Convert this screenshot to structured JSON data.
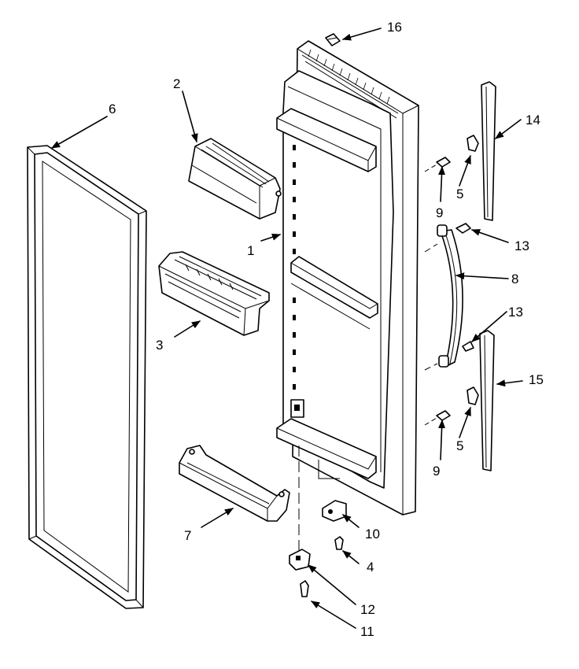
{
  "diagram": {
    "callouts": [
      {
        "id": "1",
        "label": "1"
      },
      {
        "id": "2",
        "label": "2"
      },
      {
        "id": "3",
        "label": "3"
      },
      {
        "id": "4",
        "label": "4"
      },
      {
        "id": "5a",
        "label": "5"
      },
      {
        "id": "5b",
        "label": "5"
      },
      {
        "id": "6",
        "label": "6"
      },
      {
        "id": "7",
        "label": "7"
      },
      {
        "id": "8",
        "label": "8"
      },
      {
        "id": "9a",
        "label": "9"
      },
      {
        "id": "9b",
        "label": "9"
      },
      {
        "id": "10",
        "label": "10"
      },
      {
        "id": "11",
        "label": "11"
      },
      {
        "id": "12",
        "label": "12"
      },
      {
        "id": "13a",
        "label": "13"
      },
      {
        "id": "13b",
        "label": "13"
      },
      {
        "id": "14",
        "label": "14"
      },
      {
        "id": "15",
        "label": "15"
      },
      {
        "id": "16",
        "label": "16"
      }
    ]
  }
}
